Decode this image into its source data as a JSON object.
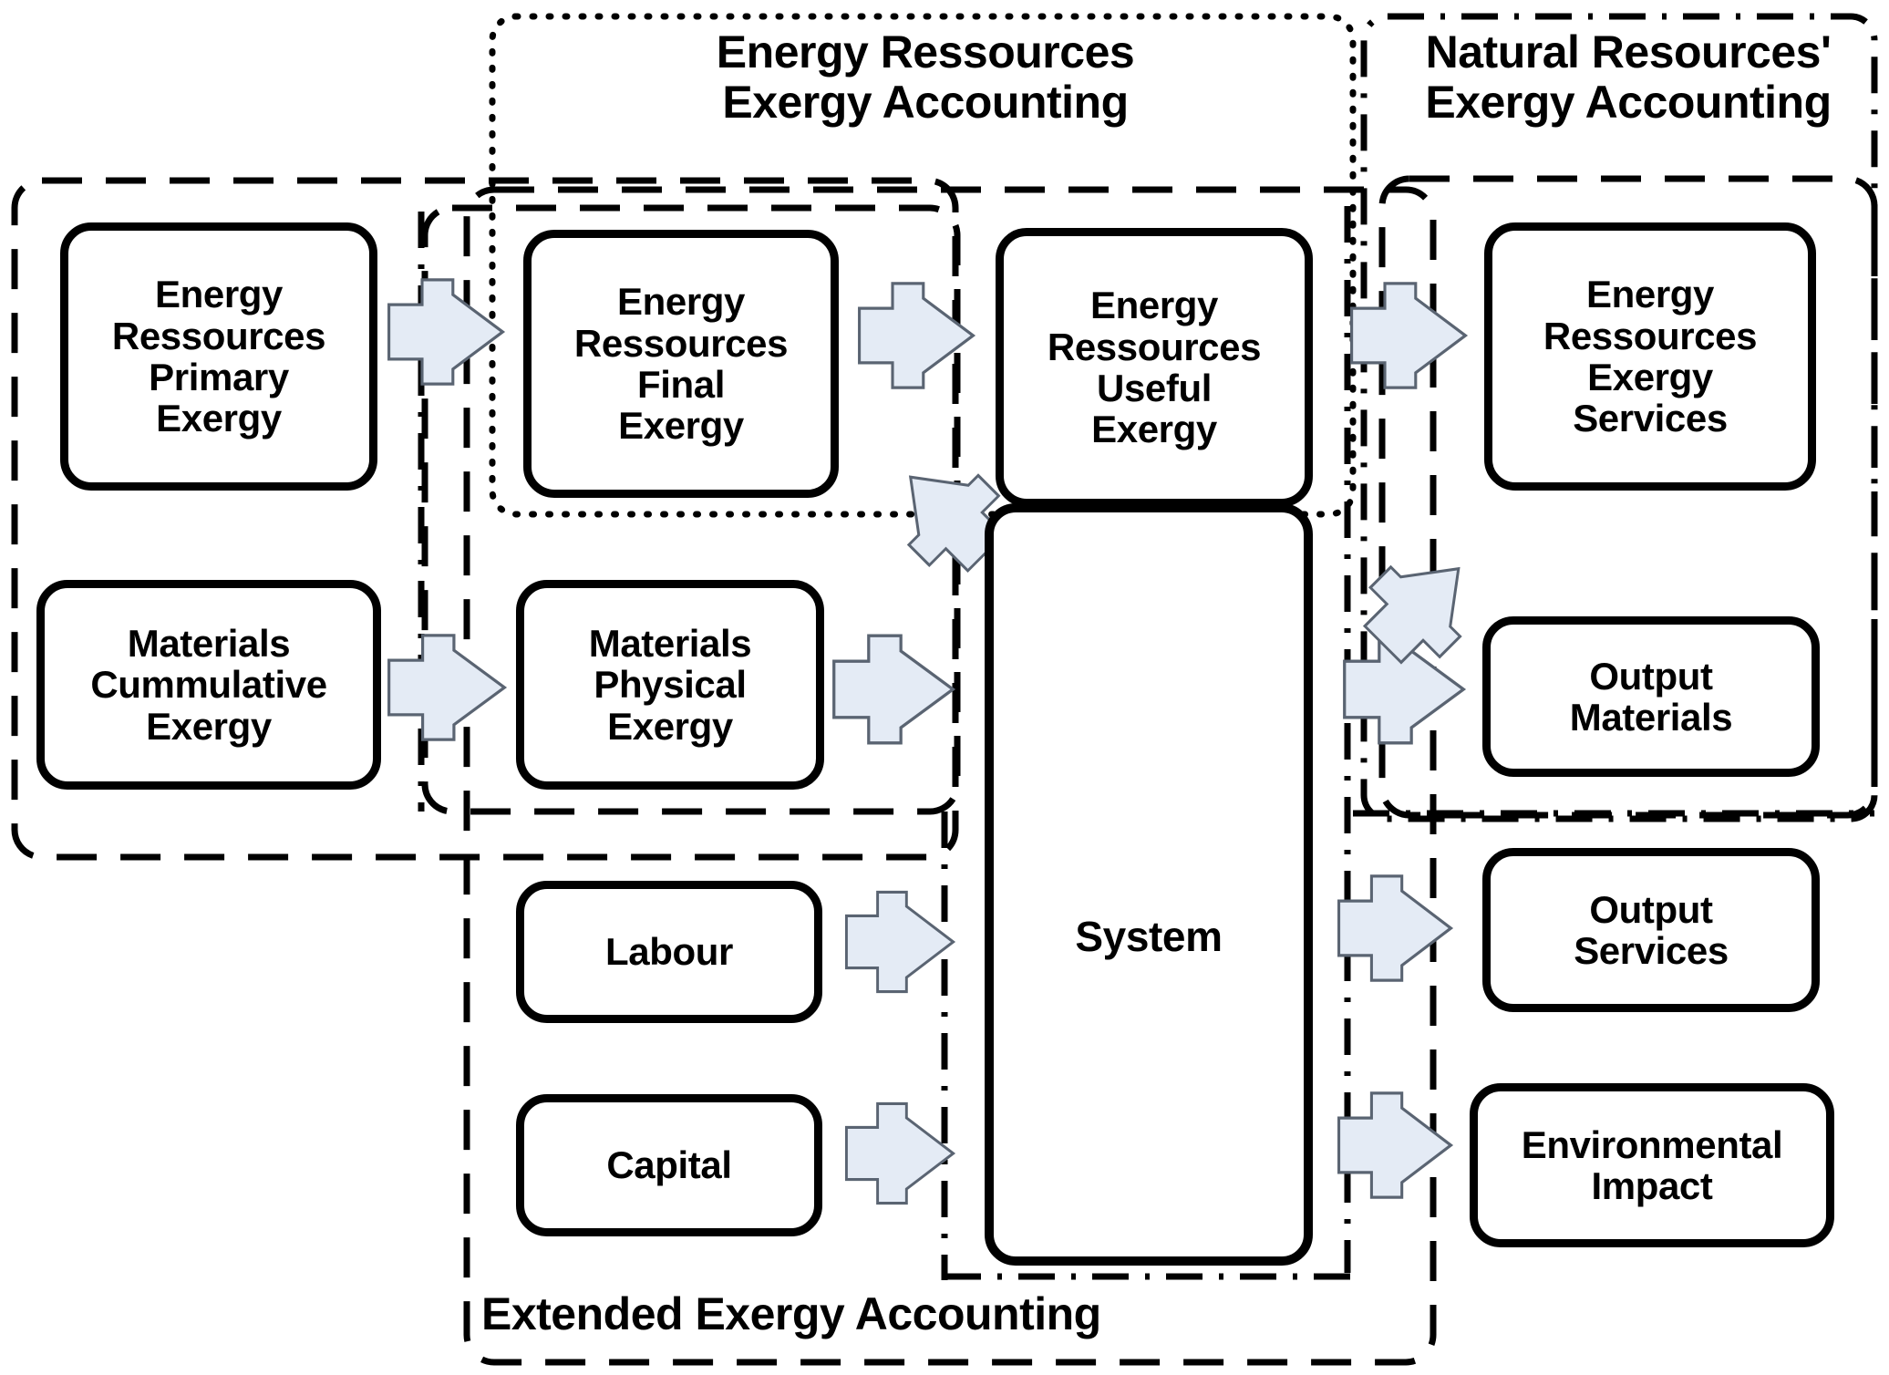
{
  "diagram": {
    "title_groups": [
      {
        "id": "energy-resources-exergy-accounting",
        "label": "Energy Ressources\nExergy Accounting",
        "border_style": "dotted"
      },
      {
        "id": "natural-resources-exergy-accounting",
        "label": "Natural Resources'\nExergy Accounting",
        "border_style": "dash-dot"
      },
      {
        "id": "extended-exergy-accounting",
        "label": "Extended Exergy Accounting",
        "border_style": "dashed"
      }
    ],
    "nodes": [
      {
        "id": "energy-resources-primary-exergy",
        "label": "Energy\nRessources\nPrimary\nExergy"
      },
      {
        "id": "energy-resources-final-exergy",
        "label": "Energy\nRessources\nFinal\nExergy"
      },
      {
        "id": "energy-resources-useful-exergy",
        "label": "Energy\nRessources\nUseful\nExergy"
      },
      {
        "id": "energy-resources-exergy-services",
        "label": "Energy\nRessources\nExergy\nServices"
      },
      {
        "id": "materials-cummulative-exergy",
        "label": "Materials\nCummulative\nExergy"
      },
      {
        "id": "materials-physical-exergy",
        "label": "Materials\nPhysical\nExergy"
      },
      {
        "id": "output-materials",
        "label": "Output\nMaterials"
      },
      {
        "id": "labour",
        "label": "Labour"
      },
      {
        "id": "capital",
        "label": "Capital"
      },
      {
        "id": "output-services",
        "label": "Output\nServices"
      },
      {
        "id": "environmental-impact",
        "label": "Environmental\nImpact"
      },
      {
        "id": "system",
        "label": "System"
      }
    ],
    "flows": [
      {
        "id": "flow-primary-to-final",
        "from": "energy-resources-primary-exergy",
        "to": "energy-resources-final-exergy",
        "direction": "right"
      },
      {
        "id": "flow-final-to-useful",
        "from": "energy-resources-final-exergy",
        "to": "energy-resources-useful-exergy",
        "direction": "right"
      },
      {
        "id": "flow-useful-to-services",
        "from": "energy-resources-useful-exergy",
        "to": "energy-resources-exergy-services",
        "direction": "right"
      },
      {
        "id": "flow-cummulative-to-physical",
        "from": "materials-cummulative-exergy",
        "to": "materials-physical-exergy",
        "direction": "right"
      },
      {
        "id": "flow-physical-to-system",
        "from": "materials-physical-exergy",
        "to": "system",
        "direction": "right"
      },
      {
        "id": "flow-system-to-output-materials",
        "from": "system",
        "to": "output-materials",
        "direction": "right"
      },
      {
        "id": "flow-labour-to-system",
        "from": "labour",
        "to": "system",
        "direction": "right"
      },
      {
        "id": "flow-capital-to-system",
        "from": "capital",
        "to": "system",
        "direction": "right"
      },
      {
        "id": "flow-system-to-output-services",
        "from": "system",
        "to": "output-services",
        "direction": "right"
      },
      {
        "id": "flow-system-to-environmental-impact",
        "from": "system",
        "to": "environmental-impact",
        "direction": "right"
      },
      {
        "id": "flow-system-to-useful-exergy-left",
        "from": "system",
        "to": "energy-resources-useful-exergy",
        "direction": "diagonal-up-left"
      },
      {
        "id": "flow-system-to-useful-exergy-right",
        "from": "system",
        "to": "energy-resources-useful-exergy",
        "direction": "diagonal-up-right"
      }
    ],
    "colors": {
      "arrow_fill": "#e4ebf5",
      "arrow_stroke": "#5a6472",
      "node_border": "#000000",
      "background": "#ffffff",
      "text": "#000000"
    }
  }
}
